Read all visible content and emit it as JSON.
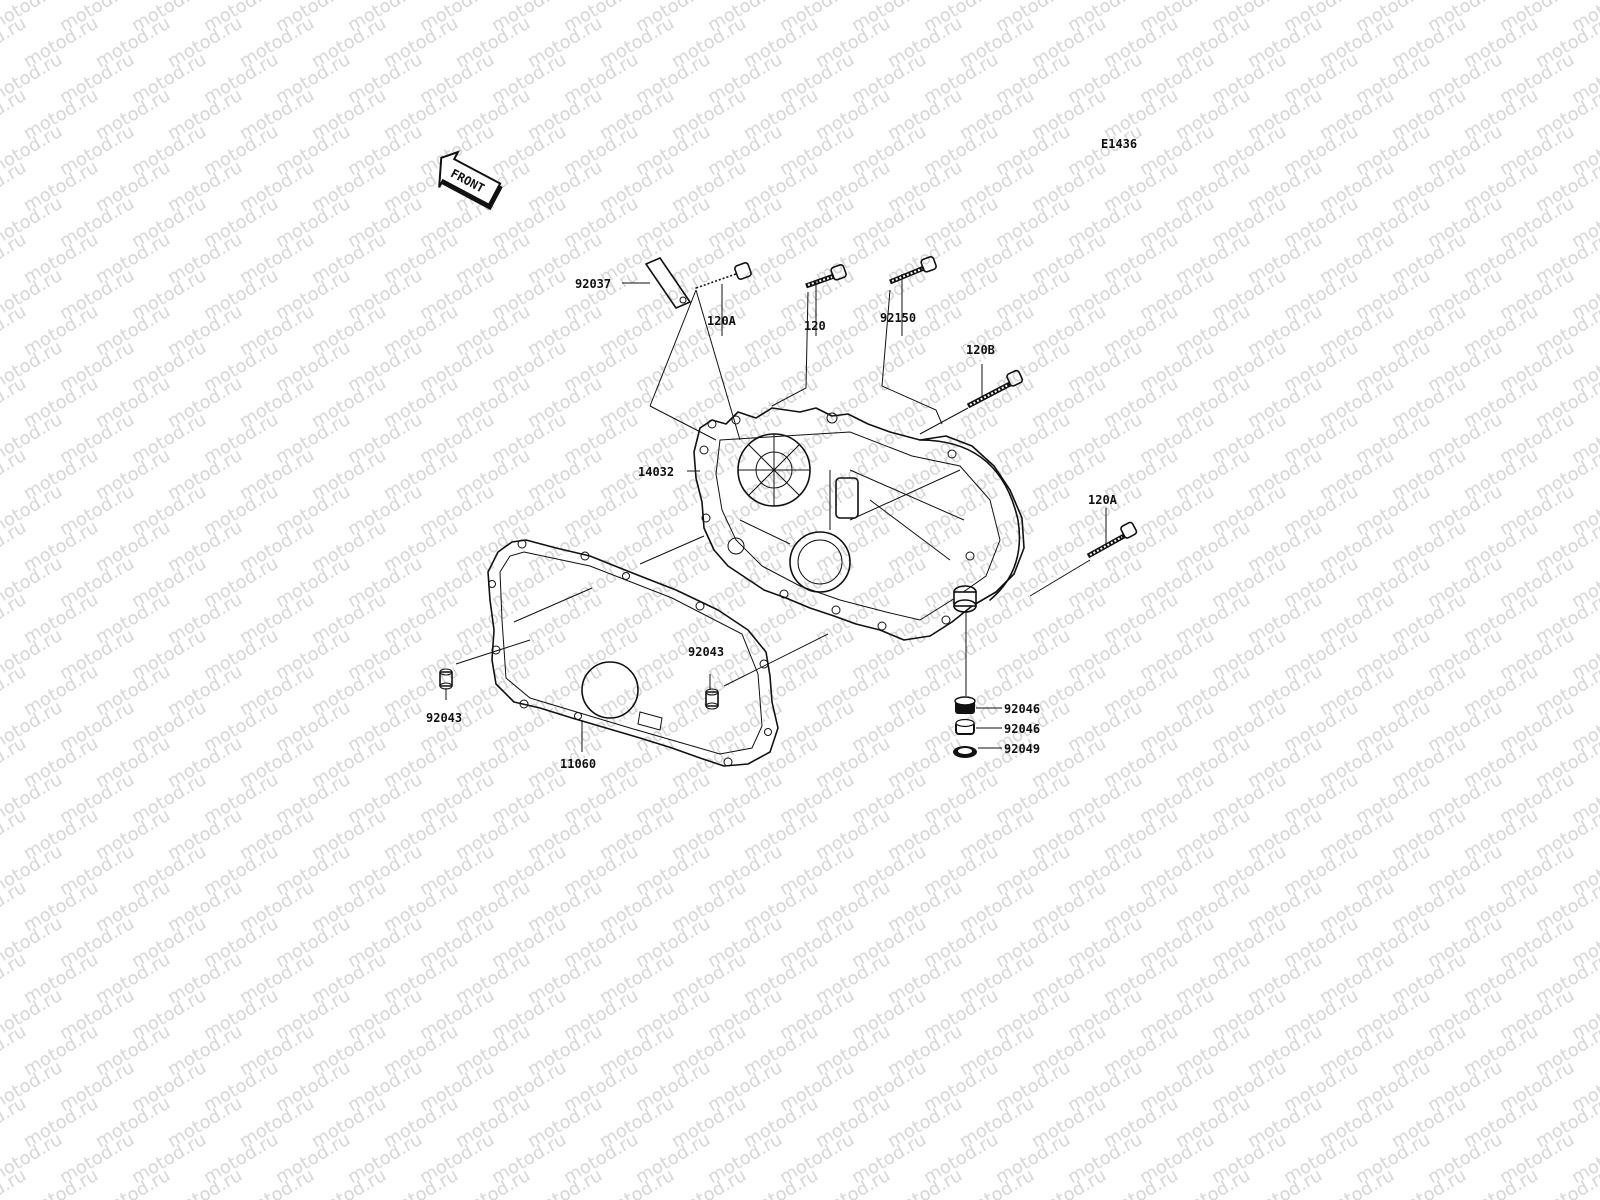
{
  "watermark": "motod.ru",
  "diagram_code": "E1436",
  "front_label": "FRONT",
  "parts": {
    "bolt_120A_top": "120A",
    "bolt_120": "120",
    "bolt_92150": "92150",
    "bolt_120B": "120B",
    "clamp_92037": "92037",
    "cover_14032": "14032",
    "bolt_120A_right": "120A",
    "dowel_92043_center": "92043",
    "dowel_92043_left": "92043",
    "gasket_11060": "11060",
    "collar_92046_a": "92046",
    "collar_92046_b": "92046",
    "grommet_92049": "92049"
  },
  "colors": {
    "line": "#111111",
    "watermark": "#d6d6d6",
    "background": "#ffffff"
  }
}
